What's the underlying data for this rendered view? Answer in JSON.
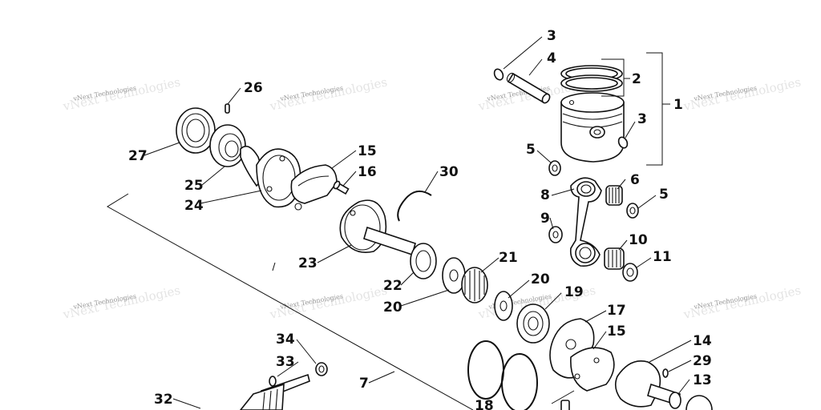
{
  "diagram": {
    "watermark_text": "vNext Technologies",
    "callouts": {
      "c1": "1",
      "c2": "2",
      "c3a": "3",
      "c3b": "3",
      "c4": "4",
      "c5a": "5",
      "c5b": "5",
      "c6": "6",
      "c7": "7",
      "c8": "8",
      "c9": "9",
      "c10": "10",
      "c11": "11",
      "c13": "13",
      "c14": "14",
      "c15a": "15",
      "c15b": "15",
      "c16": "16",
      "c17": "17",
      "c18": "18",
      "c19": "19",
      "c20a": "20",
      "c20b": "20",
      "c21": "21",
      "c22": "22",
      "c23": "23",
      "c24": "24",
      "c25": "25",
      "c26": "26",
      "c27": "27",
      "c29": "29",
      "c30": "30",
      "c32": "32",
      "c33": "33",
      "c34": "34"
    }
  }
}
